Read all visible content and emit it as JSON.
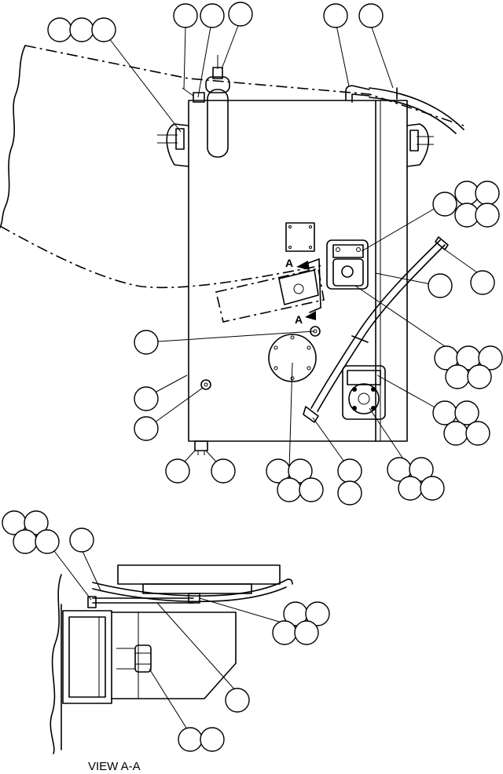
{
  "section_marks": [
    "A",
    "A"
  ],
  "view_title": "VIEW A-A"
}
